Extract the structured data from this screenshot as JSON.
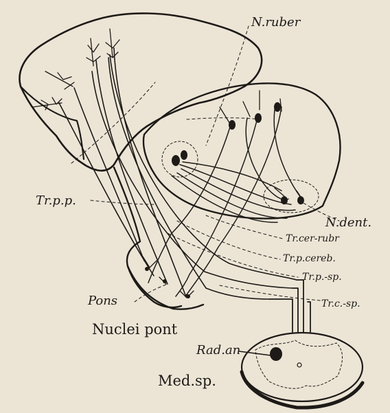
{
  "labels": {
    "n_ruber": "N.ruber",
    "tr_p_p": "Tr.p.p.",
    "n_dent": "N.dent.",
    "tr_cer_rubr": "Tr.cer-rubr",
    "tr_p_cereb": "Tr.p.cereb.",
    "tr_p_sp": "Tr.p.-sp.",
    "tr_c_sp": "Tr.c.-sp.",
    "pons": "Pons",
    "nuclei_pont": "Nuclei pont",
    "rad_an": "Rad.an",
    "med_sp": "Med.sp."
  },
  "colors": {
    "paper": "#ece5d6",
    "ink": "#1d1a17"
  }
}
